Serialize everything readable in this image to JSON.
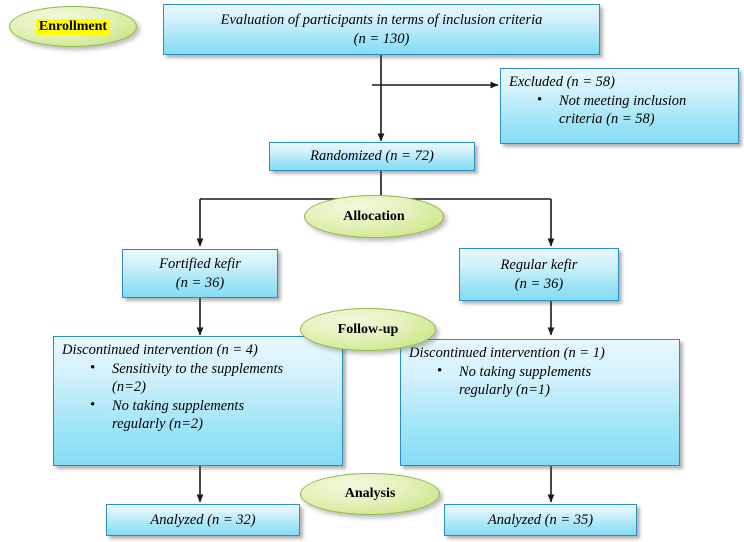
{
  "diagram": {
    "title": "CONSORT participant flow diagram",
    "colors": {
      "box_border": "#2a8fbd",
      "box_fill_top": "#e8f8fd",
      "box_fill_bottom": "#84dcf5",
      "phase_border": "#8db84a",
      "phase_fill": "#dcefac",
      "highlight": "#ffff00",
      "edge": "#1a1a1a"
    }
  },
  "phases": [
    {
      "id": "enrollment",
      "label": "Enrollment",
      "highlighted": true
    },
    {
      "id": "allocation",
      "label": "Allocation",
      "highlighted": false
    },
    {
      "id": "followup",
      "label": "Follow-up",
      "highlighted": false
    },
    {
      "id": "analysis",
      "label": "Analysis",
      "highlighted": false
    }
  ],
  "nodes": {
    "assessed": {
      "lines": [
        "Evaluation of participants in terms of inclusion criteria",
        "(n = 130)"
      ]
    },
    "excluded": {
      "heading": "Excluded (n = 58)",
      "bullets": [
        "Not meeting inclusion criteria (n = 58)"
      ]
    },
    "randomized": {
      "lines": [
        "Randomized (n = 72)"
      ]
    },
    "arm_left": {
      "lines": [
        "Fortified kefir",
        "(n =  36)"
      ]
    },
    "arm_right": {
      "lines": [
        "Regular kefir",
        "(n =  36)"
      ]
    },
    "followup_left": {
      "heading": "Discontinued intervention (n =  4)",
      "bullets": [
        "Sensitivity to the supplements (n=2)",
        "No taking supplements regularly (n=2)"
      ]
    },
    "followup_right": {
      "heading": "Discontinued intervention (n =  1)",
      "bullets": [
        "No taking supplements regularly (n=1)"
      ]
    },
    "analyzed_left": {
      "lines": [
        "Analyzed (n = 32)"
      ]
    },
    "analyzed_right": {
      "lines": [
        "Analyzed (n = 35)"
      ]
    }
  },
  "chart_data": {
    "type": "diagram",
    "title": "CONSORT flow of participants",
    "stages": [
      {
        "phase": "Enrollment",
        "node": "Evaluation of participants in terms of inclusion criteria",
        "n": 130
      },
      {
        "phase": "Enrollment",
        "node": "Excluded",
        "n": 58,
        "reasons": [
          {
            "reason": "Not meeting inclusion criteria",
            "n": 58
          }
        ]
      },
      {
        "phase": "Enrollment",
        "node": "Randomized",
        "n": 72
      },
      {
        "phase": "Allocation",
        "node": "Fortified kefir",
        "n": 36
      },
      {
        "phase": "Allocation",
        "node": "Regular kefir",
        "n": 36
      },
      {
        "phase": "Follow-up",
        "node": "Discontinued intervention (Fortified kefir)",
        "n": 4,
        "reasons": [
          {
            "reason": "Sensitivity to the supplements",
            "n": 2
          },
          {
            "reason": "No taking supplements regularly",
            "n": 2
          }
        ]
      },
      {
        "phase": "Follow-up",
        "node": "Discontinued intervention (Regular kefir)",
        "n": 1,
        "reasons": [
          {
            "reason": "No taking supplements regularly",
            "n": 1
          }
        ]
      },
      {
        "phase": "Analysis",
        "node": "Analyzed (Fortified kefir)",
        "n": 32
      },
      {
        "phase": "Analysis",
        "node": "Analyzed (Regular kefir)",
        "n": 35
      }
    ]
  }
}
